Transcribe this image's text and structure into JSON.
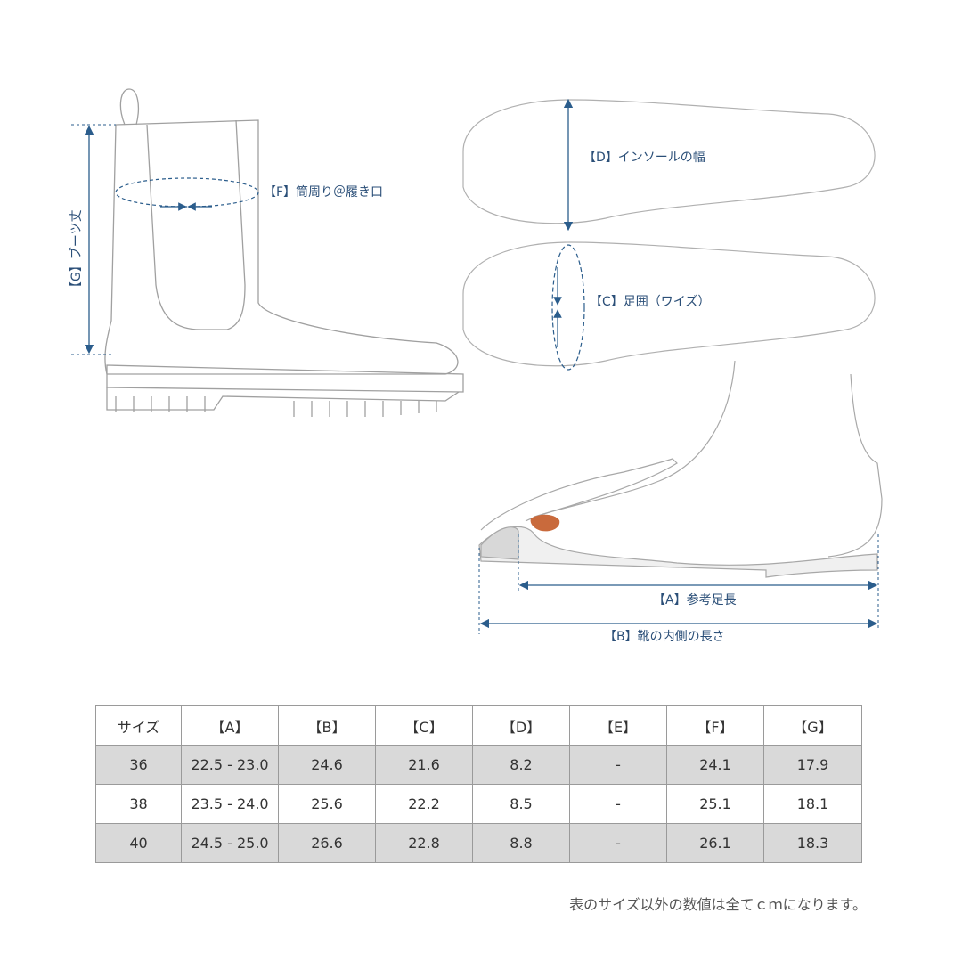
{
  "labels": {
    "d": "【D】インソールの幅",
    "c": "【C】足囲（ワイズ）",
    "f": "【F】筒周り＠履き口",
    "g": "【G】ブーツ丈",
    "a": "【A】参考足長",
    "b": "【B】靴の内側の長さ"
  },
  "table": {
    "headers": [
      "サイズ",
      "【A】",
      "【B】",
      "【C】",
      "【D】",
      "【E】",
      "【F】",
      "【G】"
    ],
    "rows": [
      [
        "36",
        "22.5 - 23.0",
        "24.6",
        "21.6",
        "8.2",
        "-",
        "24.1",
        "17.9"
      ],
      [
        "38",
        "23.5 - 24.0",
        "25.6",
        "22.2",
        "8.5",
        "-",
        "25.1",
        "18.1"
      ],
      [
        "40",
        "24.5 - 25.0",
        "26.6",
        "22.8",
        "8.8",
        "-",
        "26.1",
        "18.3"
      ]
    ]
  },
  "footnote": "表のサイズ以外の数値は全てｃｍになります。",
  "colors": {
    "accent": "#2b5d8c",
    "line": "#9a9a9a",
    "shaded_row": "#d9d9d9",
    "toe": "#c96a3c"
  }
}
